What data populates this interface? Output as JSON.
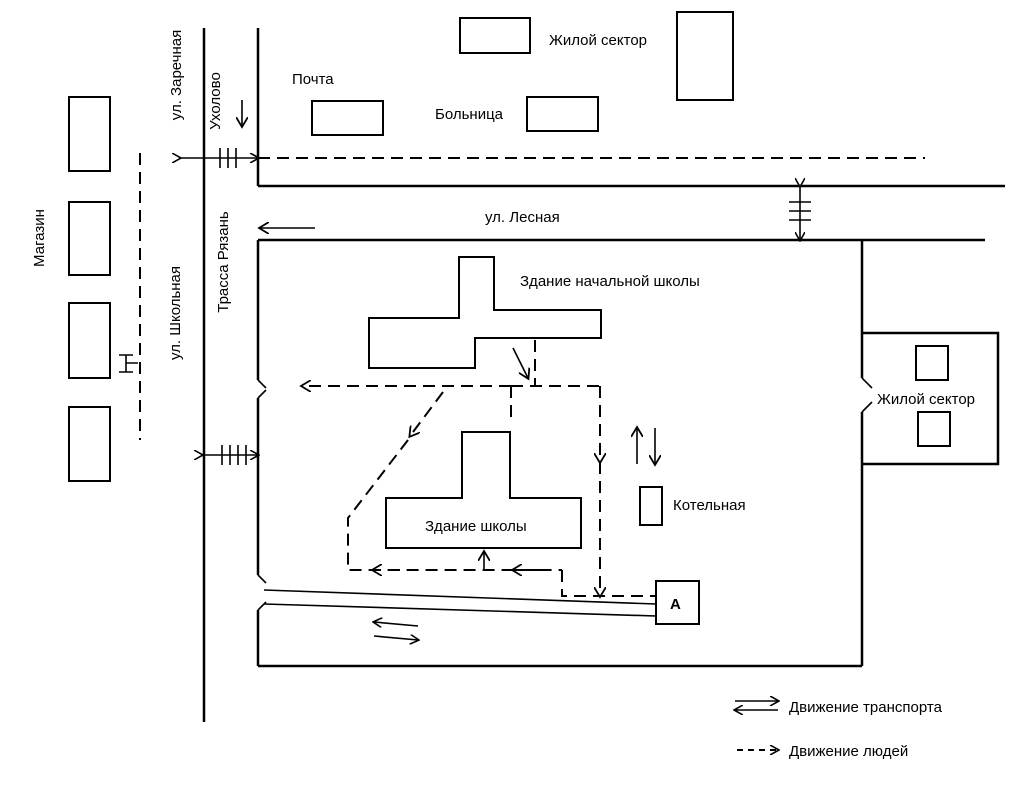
{
  "labels": {
    "magazin": "Магазин",
    "zarechnaya": "ул. Заречная",
    "ukholovo": "Ухолово",
    "trassa": "Трасса Рязань",
    "shkolnaya": "ул. Школьная",
    "pochta": "Почта",
    "zhiloy_top": "Жилой сектор",
    "bolnitsa": "Больница",
    "lesnaya": "ул. Лесная",
    "nachalnaya": "Здание начальной школы",
    "zhiloy_right": "Жилой сектор",
    "kotelnaya": "Котельная",
    "shkola": "Здание школы",
    "point_a": "А"
  },
  "legend": {
    "transport": "Движение транспорта",
    "people": "Движение людей"
  }
}
